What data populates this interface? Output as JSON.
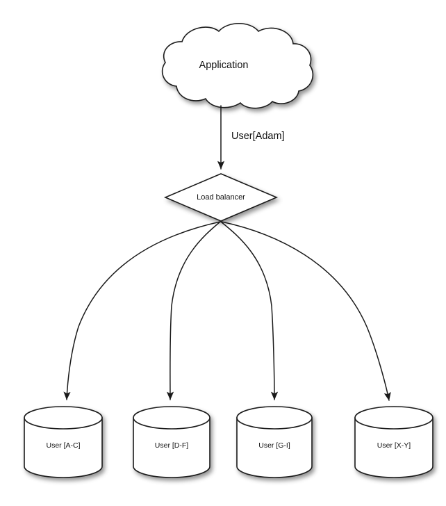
{
  "diagram": {
    "title_text": "",
    "background_color": "#ffffff",
    "stroke_color": "#1a1a1a",
    "text_color": "#111111",
    "nodes": {
      "application": {
        "label": "Application",
        "shape": "cloud"
      },
      "load_balancer": {
        "label": "Load balancer",
        "shape": "diamond"
      },
      "databases": [
        {
          "label": "User [A-C]",
          "shape": "cylinder"
        },
        {
          "label": "User [D-F]",
          "shape": "cylinder"
        },
        {
          "label": "User [G-I]",
          "shape": "cylinder"
        },
        {
          "label": "User [X-Y]",
          "shape": "cylinder"
        }
      ]
    },
    "edges": {
      "app_to_lb_label": "User[Adam]",
      "lb_to_db_labels": [
        "",
        "",
        "",
        ""
      ]
    }
  }
}
